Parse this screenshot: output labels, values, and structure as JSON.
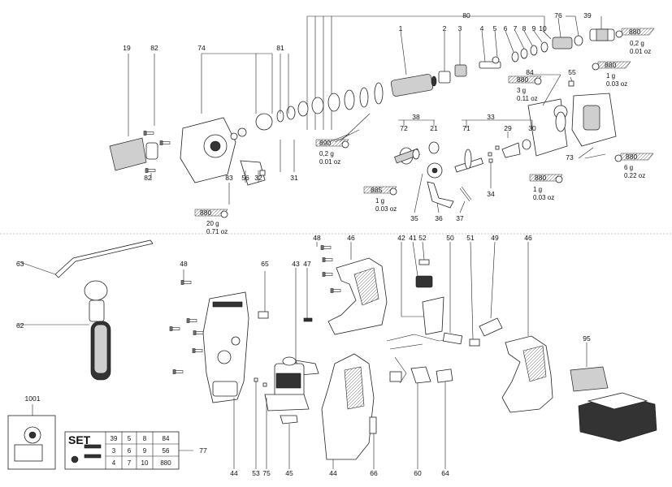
{
  "callouts": [
    {
      "id": "c80",
      "text": "80"
    },
    {
      "id": "c76",
      "text": "76"
    },
    {
      "id": "c39",
      "text": "39"
    },
    {
      "id": "c1",
      "text": "1"
    },
    {
      "id": "c2",
      "text": "2"
    },
    {
      "id": "c3",
      "text": "3"
    },
    {
      "id": "c4",
      "text": "4"
    },
    {
      "id": "c5",
      "text": "5"
    },
    {
      "id": "c6",
      "text": "6"
    },
    {
      "id": "c7",
      "text": "7"
    },
    {
      "id": "c8",
      "text": "8"
    },
    {
      "id": "c9",
      "text": "9"
    },
    {
      "id": "c10",
      "text": "10"
    },
    {
      "id": "c19",
      "text": "19"
    },
    {
      "id": "c82a",
      "text": "82"
    },
    {
      "id": "c74",
      "text": "74"
    },
    {
      "id": "c81",
      "text": "81"
    },
    {
      "id": "c55",
      "text": "55"
    },
    {
      "id": "c84",
      "text": "84"
    },
    {
      "id": "c38",
      "text": "38"
    },
    {
      "id": "c72",
      "text": "72"
    },
    {
      "id": "c21",
      "text": "21"
    },
    {
      "id": "c33",
      "text": "33"
    },
    {
      "id": "c71",
      "text": "71"
    },
    {
      "id": "c29",
      "text": "29"
    },
    {
      "id": "c30",
      "text": "30"
    },
    {
      "id": "c73",
      "text": "73"
    },
    {
      "id": "c82b",
      "text": "82"
    },
    {
      "id": "c83",
      "text": "83"
    },
    {
      "id": "c56a",
      "text": "56"
    },
    {
      "id": "c32",
      "text": "32"
    },
    {
      "id": "c31",
      "text": "31"
    },
    {
      "id": "c35",
      "text": "35"
    },
    {
      "id": "c36",
      "text": "36"
    },
    {
      "id": "c37",
      "text": "37"
    },
    {
      "id": "c34",
      "text": "34"
    },
    {
      "id": "c63",
      "text": "63"
    },
    {
      "id": "c62",
      "text": "62"
    },
    {
      "id": "c48a",
      "text": "48"
    },
    {
      "id": "c48b",
      "text": "48"
    },
    {
      "id": "c46a",
      "text": "46"
    },
    {
      "id": "c65",
      "text": "65"
    },
    {
      "id": "c43",
      "text": "43"
    },
    {
      "id": "c47",
      "text": "47"
    },
    {
      "id": "c42",
      "text": "42"
    },
    {
      "id": "c41",
      "text": "41"
    },
    {
      "id": "c52",
      "text": "52"
    },
    {
      "id": "c50",
      "text": "50"
    },
    {
      "id": "c51",
      "text": "51"
    },
    {
      "id": "c49",
      "text": "49"
    },
    {
      "id": "c46b",
      "text": "46"
    },
    {
      "id": "c95",
      "text": "95"
    },
    {
      "id": "c1001",
      "text": "1001"
    },
    {
      "id": "c77",
      "text": "77"
    },
    {
      "id": "c44a",
      "text": "44"
    },
    {
      "id": "c53",
      "text": "53"
    },
    {
      "id": "c75",
      "text": "75"
    },
    {
      "id": "c45",
      "text": "45"
    },
    {
      "id": "c44b",
      "text": "44"
    },
    {
      "id": "c66",
      "text": "66"
    },
    {
      "id": "c60",
      "text": "60"
    },
    {
      "id": "c64",
      "text": "64"
    }
  ],
  "grease_tags": [
    {
      "id": "g1",
      "code": "880",
      "l1": "0,2 g",
      "l2": "0.01 oz"
    },
    {
      "id": "g2",
      "code": "880",
      "l1": "1 g",
      "l2": "0.03 oz"
    },
    {
      "id": "g3",
      "code": "880",
      "l1": "3 g",
      "l2": "0.11 oz"
    },
    {
      "id": "g4",
      "code": "890",
      "l1": "0,2 g",
      "l2": "0.01 oz"
    },
    {
      "id": "g5",
      "code": "880",
      "l1": "6 g",
      "l2": "0.22 oz"
    },
    {
      "id": "g6",
      "code": "885",
      "l1": "1 g",
      "l2": "0.03 oz"
    },
    {
      "id": "g7",
      "code": "880",
      "l1": "1 g",
      "l2": "0.03 oz"
    },
    {
      "id": "g8",
      "code": "880",
      "l1": "20 g",
      "l2": "0.71 oz"
    }
  ],
  "set_box": {
    "title": "SET",
    "rows": [
      [
        "39",
        "5",
        "8",
        "84"
      ],
      [
        "3",
        "6",
        "9",
        "56"
      ],
      [
        "4",
        "7",
        "10",
        "880"
      ]
    ]
  }
}
